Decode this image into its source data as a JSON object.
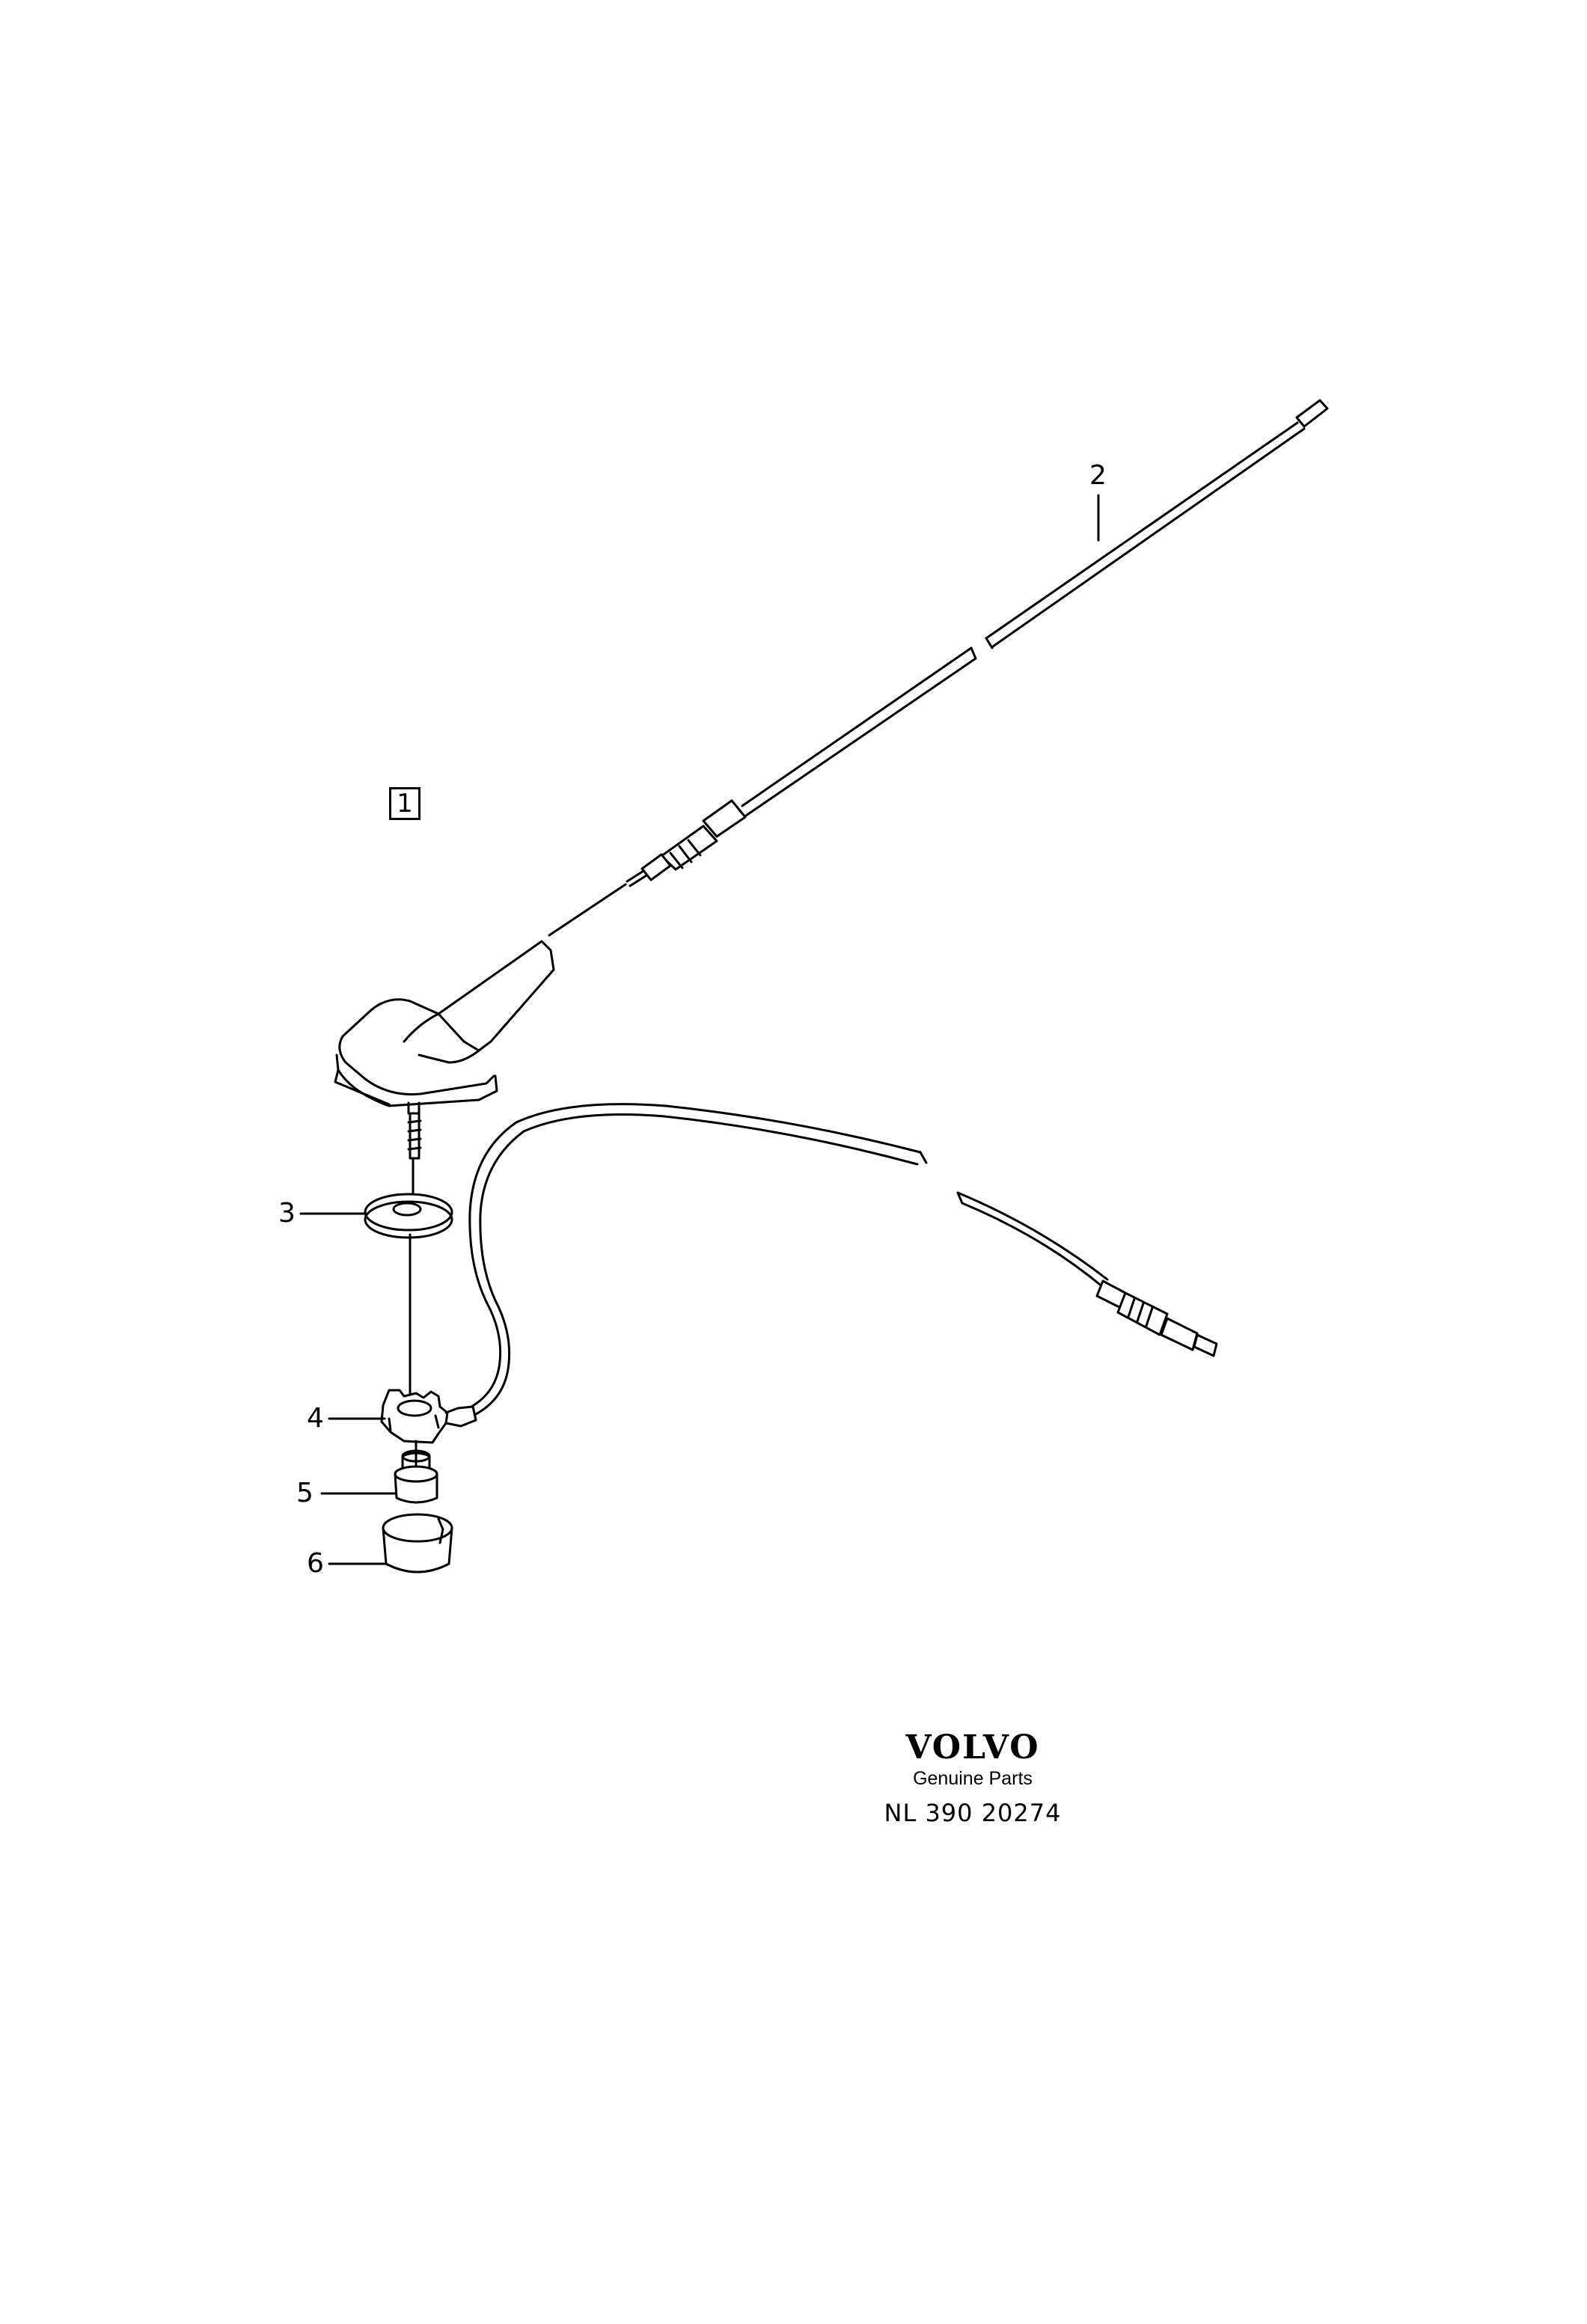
{
  "diagram": {
    "callouts": {
      "c1": "1",
      "c2": "2",
      "c3": "3",
      "c4": "4",
      "c5": "5",
      "c6": "6"
    }
  },
  "footer": {
    "logo": "VOLVO",
    "subtitle": "Genuine Parts",
    "code": "NL 390 20274"
  }
}
